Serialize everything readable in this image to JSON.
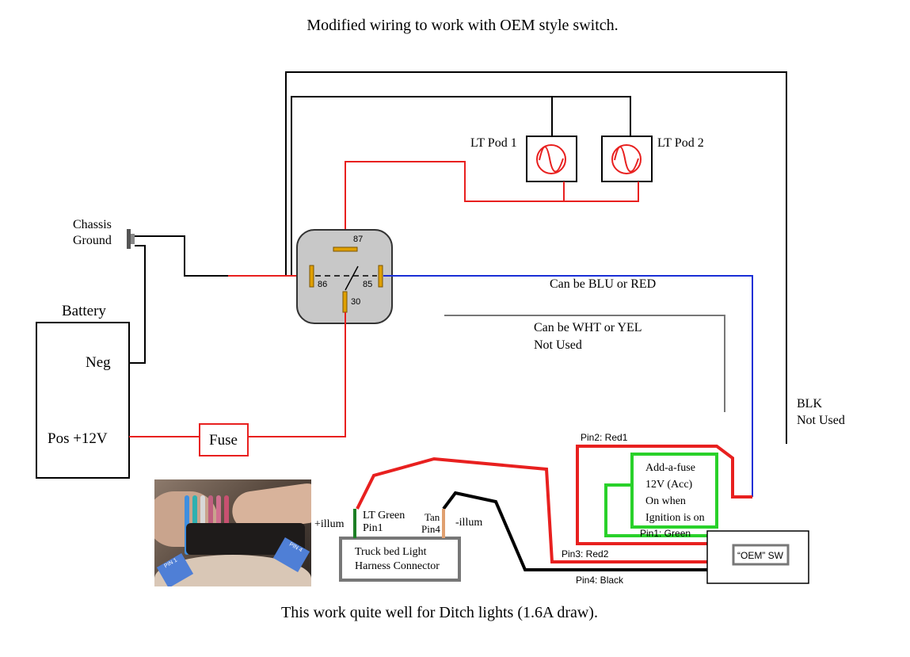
{
  "title": "Modified wiring to work with OEM style switch.",
  "caption": "This work quite well for Ditch lights (1.6A draw).",
  "pods": {
    "pod1": "LT Pod 1",
    "pod2": "LT Pod 2"
  },
  "ground": {
    "line1": "Chassis",
    "line2": "Ground"
  },
  "battery": {
    "label": "Battery",
    "neg": "Neg",
    "pos": "Pos +12V"
  },
  "fuse": "Fuse",
  "relay": {
    "pin87": "87",
    "pin86": "86",
    "pin85": "85",
    "pin30": "30"
  },
  "wire_notes": {
    "blue": "Can be BLU or RED",
    "white_line1": "Can be WHT or YEL",
    "white_line2": "Not Used",
    "blk_line1": "BLK",
    "blk_line2": "Not Used"
  },
  "addafuse": {
    "line1": "Add-a-fuse",
    "line2": "12V (Acc)",
    "line3": "On when",
    "line4": "Ignition is on"
  },
  "switch": {
    "label": "“OEM” SW",
    "pin1": "Pin1: Green",
    "pin2": "Pin2: Red1",
    "pin3": "Pin3: Red2",
    "pin4": "Pin4: Black"
  },
  "harness": {
    "line1": "Truck bed Light",
    "line2": "Harness Connector",
    "plus_illum": "+illum",
    "pin1_line1": "LT Green",
    "pin1_line2": "Pin1",
    "pin4_line1": "Tan",
    "pin4_line2": "Pin4",
    "minus_illum": "-illum"
  },
  "photo_tags": {
    "left": "PIN 1",
    "right": "PIN 4"
  },
  "colors": {
    "red": "#e8201f",
    "blue": "#1a2fd6",
    "green": "#29d12a",
    "grey": "#777777",
    "black": "#000000",
    "relay_fill": "#c8c8c8",
    "tan": "#e0a070",
    "lt_green": "#1c7f24"
  }
}
